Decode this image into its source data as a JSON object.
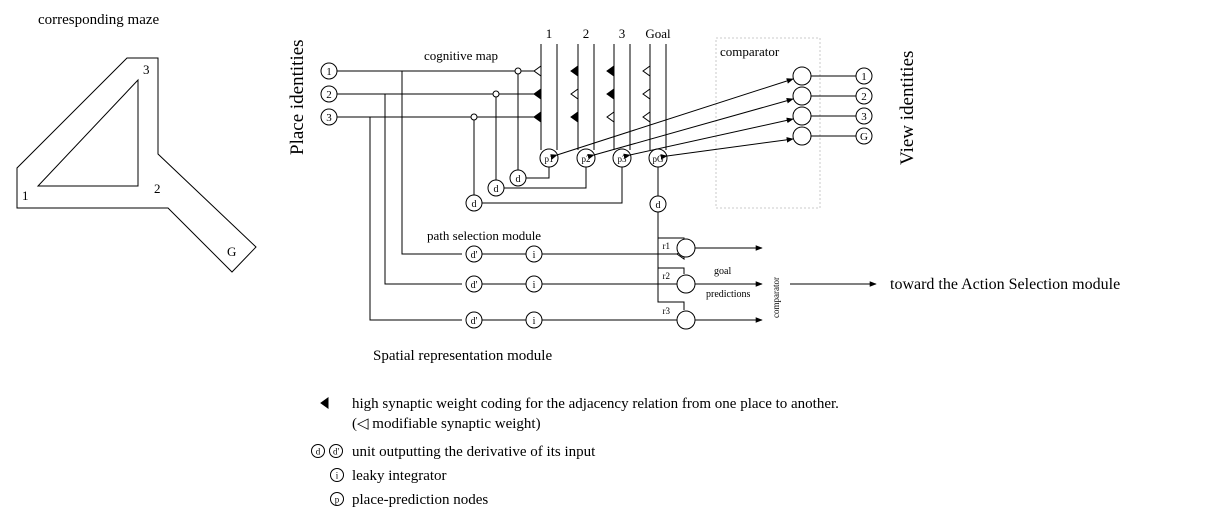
{
  "maze": {
    "title": "corresponding maze",
    "labels": [
      "3",
      "1",
      "2",
      "G"
    ]
  },
  "side_labels": {
    "left": "Place identities",
    "right": "View identities"
  },
  "module_labels": {
    "cognitive_map": "cognitive map",
    "comparator_top": "comparator",
    "path_selection": "path selection module",
    "comparator_right": "comparator",
    "goal_predictions_line1": "goal",
    "goal_predictions_line2": "predictions",
    "toward": "toward the Action Selection module",
    "spatial_module": "Spatial representation module"
  },
  "place_inputs": [
    "1",
    "2",
    "3"
  ],
  "view_outputs": [
    "1",
    "2",
    "3",
    "G"
  ],
  "column_headers": [
    "1",
    "2",
    "3",
    "Goal"
  ],
  "prediction_nodes": [
    "p1",
    "p2",
    "p3",
    "pG"
  ],
  "d_nodes": [
    "d",
    "d",
    "d",
    "d"
  ],
  "path_rows": [
    {
      "d_label": "d'",
      "i_label": "i",
      "r_label": "r1"
    },
    {
      "d_label": "d'",
      "i_label": "i",
      "r_label": "r2"
    },
    {
      "d_label": "d'",
      "i_label": "i",
      "r_label": "r3"
    }
  ],
  "legend": {
    "adjacency": "high synaptic weight coding for the adjacency relation from one place to another.",
    "modifiable": "(◁  modifiable synaptic weight)",
    "derivative_sym1": "d",
    "derivative_sym2": "d'",
    "derivative": "unit outputting the derivative of its input",
    "integrator_sym": "i",
    "integrator": "leaky integrator",
    "prediction_sym": "p",
    "prediction": "place-prediction nodes"
  }
}
